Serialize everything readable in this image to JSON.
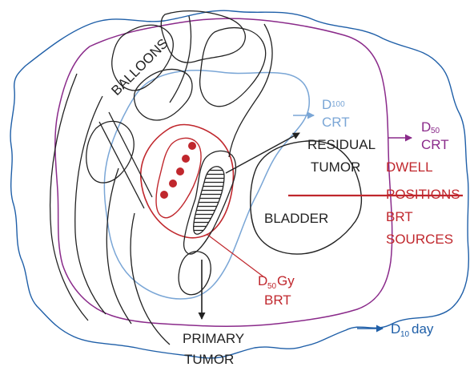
{
  "colors": {
    "outer_contour": "#1f5fa8",
    "crt_d100": "#7aa6d6",
    "crt_d50": "#8a2a8a",
    "brt_d50": "#c0272d",
    "dwell": "#c0272d",
    "anatomy": "#222222"
  },
  "labels": {
    "balloons": "BALLOONS",
    "residual_tumor_1": "RESIDUAL",
    "residual_tumor_2": "TUMOR",
    "bladder": "BLADDER",
    "primary_tumor_1": "PRIMARY",
    "primary_tumor_2": "TUMOR",
    "dwell_1": "DWELL",
    "dwell_2": "POSITIONS",
    "dwell_3": "BRT",
    "dwell_4": "SOURCES"
  },
  "isodose_labels": {
    "d100": {
      "base": "D",
      "sub": "100",
      "line2": "CRT"
    },
    "d50_crt": {
      "base": "D",
      "sub": "50",
      "line2": "CRT"
    },
    "d50_brt": {
      "base": "D",
      "sub": "50",
      "suffix": "Gy",
      "line2": "BRT"
    },
    "d10": {
      "base": "D",
      "sub": "10",
      "suffix": "day"
    }
  }
}
